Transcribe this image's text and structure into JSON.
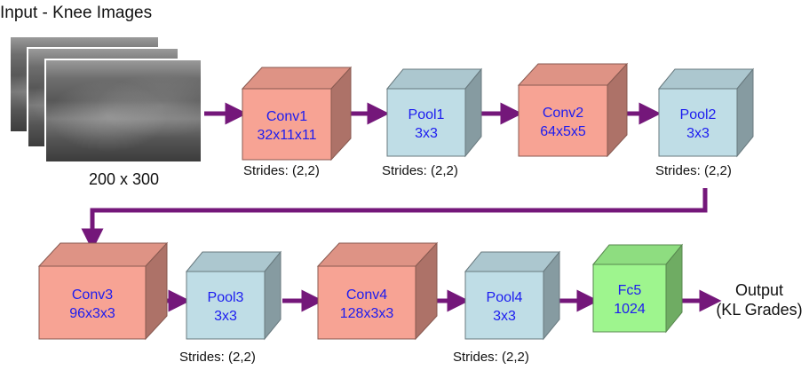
{
  "input": {
    "title": "Input - Knee Images",
    "size": "200 x 300",
    "image_kind": "knee-xray-stack"
  },
  "colors": {
    "conv": "#f7a394",
    "pool": "#bfdde6",
    "fc": "#9ef58e",
    "arrow": "#74177a",
    "label_text": "#1c1cf0"
  },
  "row1": [
    {
      "id": "conv1",
      "kind": "conv",
      "name": "Conv1",
      "dims": "32x11x11",
      "strides": "Strides: (2,2)"
    },
    {
      "id": "pool1",
      "kind": "pool",
      "name": "Pool1",
      "dims": "3x3",
      "strides": "Strides: (2,2)"
    },
    {
      "id": "conv2",
      "kind": "conv",
      "name": "Conv2",
      "dims": "64x5x5",
      "strides": ""
    },
    {
      "id": "pool2",
      "kind": "pool",
      "name": "Pool2",
      "dims": "3x3",
      "strides": "Strides: (2,2)"
    }
  ],
  "row2": [
    {
      "id": "conv3",
      "kind": "conv",
      "name": "Conv3",
      "dims": "96x3x3",
      "strides": ""
    },
    {
      "id": "pool3",
      "kind": "pool",
      "name": "Pool3",
      "dims": "3x3",
      "strides": "Strides: (2,2)"
    },
    {
      "id": "conv4",
      "kind": "conv",
      "name": "Conv4",
      "dims": "128x3x3",
      "strides": ""
    },
    {
      "id": "pool4",
      "kind": "pool",
      "name": "Pool4",
      "dims": "3x3",
      "strides": "Strides: (2,2)"
    },
    {
      "id": "fc5",
      "kind": "fc",
      "name": "Fc5",
      "dims": "1024",
      "strides": ""
    }
  ],
  "output": {
    "line1": "Output",
    "line2": "(KL Grades)"
  }
}
